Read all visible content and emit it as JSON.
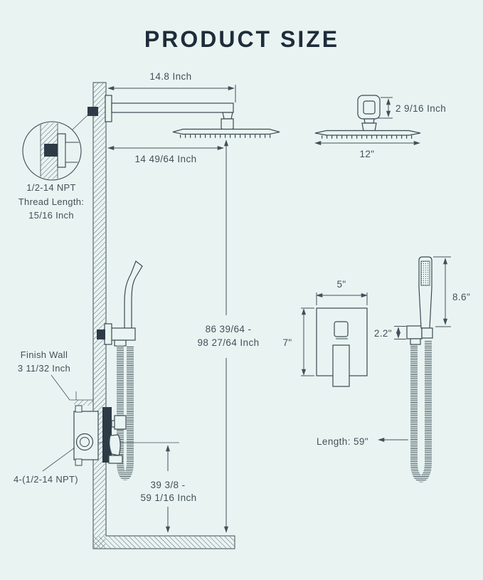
{
  "title": "PRODUCT SIZE",
  "colors": {
    "background": "#e9f4f2",
    "line": "#42505a",
    "component_stroke": "#3b4a53",
    "dark_fill": "#2d3b46",
    "title_text": "#1e2c3a"
  },
  "front_view": {
    "arm_length_label": "14.8 Inch",
    "head_offset_label": "14 49/64 Inch",
    "thread_detail": {
      "line1": "1/2-14 NPT",
      "line2": "Thread Length:",
      "line3": "15/16 Inch"
    },
    "height_range": {
      "line1": "86 39/64 -",
      "line2": "98 27/64 Inch"
    },
    "finish_wall": {
      "line1": "Finish Wall",
      "line2": "3 11/32 Inch"
    },
    "valve_ports_label": "4-(1/2-14 NPT)",
    "valve_height_range": {
      "line1": "39 3/8 -",
      "line2": "59 1/16 Inch"
    }
  },
  "side_view": {
    "head_thickness_label": "2 9/16 Inch",
    "head_width_label": "12\""
  },
  "trim_view": {
    "plate_width_label": "5\"",
    "plate_height_label": "7\"",
    "bracket_height_label": "2.2\"",
    "wand_height_label": "8.6\"",
    "hose_length_label": "Length: 59\""
  }
}
